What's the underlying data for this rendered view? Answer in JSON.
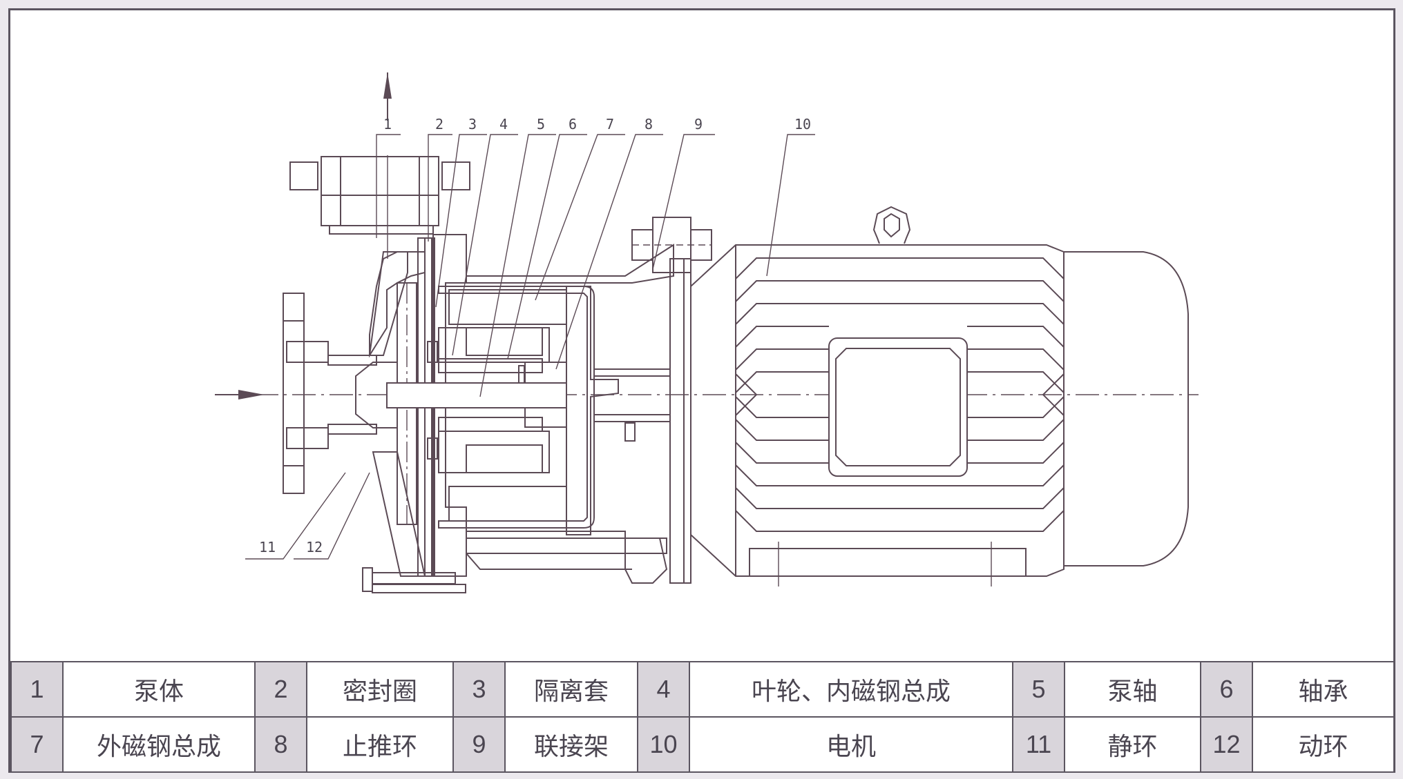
{
  "drawing": {
    "title": "Magnetic drive pump sectional drawing",
    "callouts": [
      "1",
      "2",
      "3",
      "4",
      "5",
      "6",
      "7",
      "8",
      "9",
      "10",
      "11",
      "12"
    ],
    "line_color": "#5b4a55"
  },
  "parts": [
    {
      "no": "1",
      "name": "泵体"
    },
    {
      "no": "2",
      "name": "密封圈"
    },
    {
      "no": "3",
      "name": "隔离套"
    },
    {
      "no": "4",
      "name": "叶轮、内磁钢总成"
    },
    {
      "no": "5",
      "name": "泵轴"
    },
    {
      "no": "6",
      "name": "轴承"
    },
    {
      "no": "7",
      "name": "外磁钢总成"
    },
    {
      "no": "8",
      "name": "止推环"
    },
    {
      "no": "9",
      "name": "联接架"
    },
    {
      "no": "10",
      "name": "电机"
    },
    {
      "no": "11",
      "name": "静环"
    },
    {
      "no": "12",
      "name": "动环"
    }
  ],
  "colors": {
    "frame": "#5b5560",
    "number_cell": "#d9d5db",
    "background": "#ece9ee"
  }
}
